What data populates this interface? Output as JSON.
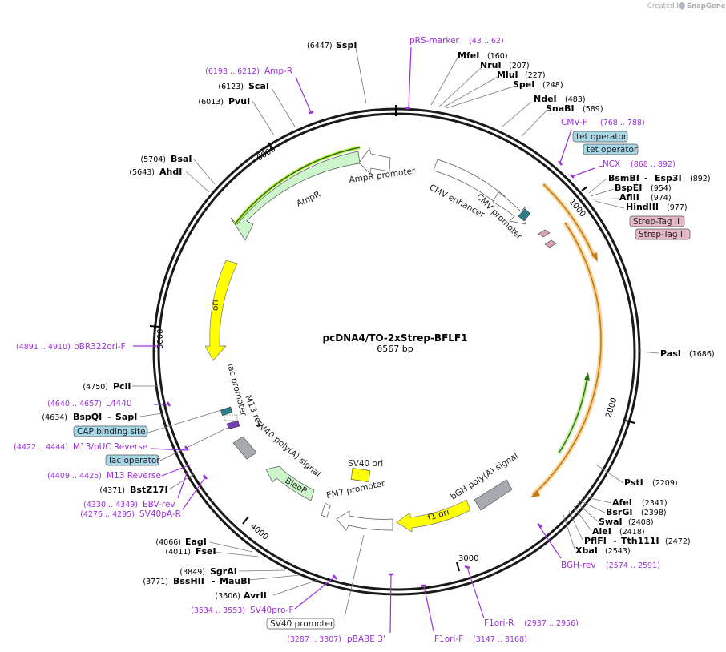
{
  "credit": {
    "created_by": "Created by",
    "brand": "SnapGene"
  },
  "plasmid": {
    "name": "pcDNA4/TO-2xStrep-BFLF1",
    "size": "6567 bp",
    "length": 6567
  },
  "ticks": [
    "1000",
    "2000",
    "3000",
    "4000",
    "5000",
    "6000"
  ],
  "enzymes": [
    {
      "name": "SspI",
      "pos": "(6447)"
    },
    {
      "name": "MfeI",
      "pos": "(160)"
    },
    {
      "name": "NruI",
      "pos": "(207)"
    },
    {
      "name": "MluI",
      "pos": "(227)"
    },
    {
      "name": "SpeI",
      "pos": "(248)"
    },
    {
      "name": "NdeI",
      "pos": "(483)"
    },
    {
      "name": "SnaBI",
      "pos": "(589)"
    },
    {
      "name": "BsmBI",
      "name2": "Esp3I",
      "pos": "(892)"
    },
    {
      "name": "BspEI",
      "pos": "(954)"
    },
    {
      "name": "AflII",
      "pos": "(974)"
    },
    {
      "name": "HindIII",
      "pos": "(977)"
    },
    {
      "name": "PasI",
      "pos": "(1686)"
    },
    {
      "name": "PstI",
      "pos": "(2209)"
    },
    {
      "name": "AfeI",
      "pos": "(2341)"
    },
    {
      "name": "BsrGI",
      "pos": "(2398)"
    },
    {
      "name": "SwaI",
      "pos": "(2408)"
    },
    {
      "name": "AleI",
      "pos": "(2418)"
    },
    {
      "name": "PflFI",
      "name2": "Tth111I",
      "pos": "(2472)"
    },
    {
      "name": "XbaI",
      "pos": "(2543)"
    },
    {
      "name": "AvrII",
      "pos": "(3606)"
    },
    {
      "name": "BssHII",
      "name2": "MauBI",
      "pos": "(3771)"
    },
    {
      "name": "SgrAI",
      "pos": "(3849)"
    },
    {
      "name": "FseI",
      "pos": "(4011)"
    },
    {
      "name": "EagI",
      "pos": "(4066)"
    },
    {
      "name": "BstZ17I",
      "pos": "(4371)"
    },
    {
      "name": "BspQI",
      "name2": "SapI",
      "pos": "(4634)"
    },
    {
      "name": "PciI",
      "pos": "(4750)"
    },
    {
      "name": "AhdI",
      "pos": "(5643)"
    },
    {
      "name": "BsaI",
      "pos": "(5704)"
    },
    {
      "name": "PvuI",
      "pos": "(6013)"
    },
    {
      "name": "ScaI",
      "pos": "(6123)"
    }
  ],
  "primers": [
    {
      "name": "pRS-marker",
      "pos": "(43 .. 62)"
    },
    {
      "name": "Amp-R",
      "pos": "(6193 .. 6212)"
    },
    {
      "name": "CMV-F",
      "pos": "(768 .. 788)"
    },
    {
      "name": "LNCX",
      "pos": "(868 .. 892)"
    },
    {
      "name": "pBR322ori-F",
      "pos": "(4891 .. 4910)"
    },
    {
      "name": "L4440",
      "pos": "(4640 .. 4657)"
    },
    {
      "name": "M13/pUC Reverse",
      "pos": "(4422 .. 4444)"
    },
    {
      "name": "M13 Reverse",
      "pos": "(4409 .. 4425)"
    },
    {
      "name": "EBV-rev",
      "pos": "(4330 .. 4349)"
    },
    {
      "name": "SV40pA-R",
      "pos": "(4276 .. 4295)"
    },
    {
      "name": "SV40pro-F",
      "pos": "(3534 .. 3553)"
    },
    {
      "name": "pBABE 3'",
      "pos": "(3287 .. 3307)"
    },
    {
      "name": "F1ori-F",
      "pos": "(3147 .. 3168)"
    },
    {
      "name": "F1ori-R",
      "pos": "(2937 .. 2956)"
    },
    {
      "name": "BGH-rev",
      "pos": "(2574 .. 2591)"
    }
  ],
  "boxed_labels": {
    "tet_operator": "tet operator",
    "strep_tag": "Strep-Tag II",
    "cap_binding_site": "CAP binding site",
    "lac_operator": "lac operator",
    "sv40_promoter": "SV40 promoter"
  },
  "features": {
    "ampr": "AmpR",
    "ampr_promoter": "AmpR promoter",
    "cmv_enhancer": "CMV enhancer",
    "cmv_promoter": "CMV promoter",
    "ori": "ori",
    "lac_promoter": "lac promoter",
    "m13_rev": "M13 rev",
    "sv40_polya": "SV40 poly(A) signal",
    "bleor": "BleoR",
    "em7_promoter": "EM7 promoter",
    "sv40_ori": "SV40 ori",
    "f1_ori": "f1 ori",
    "bgh_polya": "bGH poly(A) signal"
  },
  "colors": {
    "backbone": "#1a1a1a",
    "primer": "#9b30d9",
    "ampr_fill": "#ccf5cc",
    "ori_fill": "#ffff00",
    "orf_arc": "#f5b942",
    "green_arc": "#2e8b2e",
    "operator_fill": "#a8d8e8",
    "strep_fill": "#e7b8c8",
    "polya_fill": "#a7aab0",
    "promoter_fill": "#ffffff"
  }
}
